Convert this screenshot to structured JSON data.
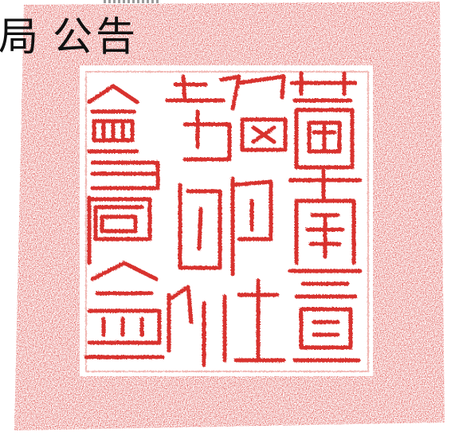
{
  "document": {
    "heading_fragment": "局",
    "heading": "公告"
  },
  "seal": {
    "color": "#d8332e",
    "inscription": "上海市人民政府印鑄局"
  }
}
